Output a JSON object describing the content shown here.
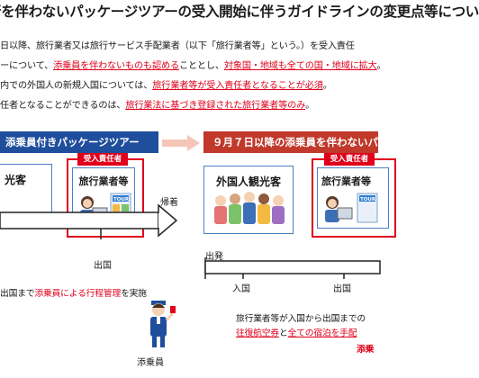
{
  "title": "行を伴わないパッケージツアーの受入開始に伴うガイドラインの変更点等につい",
  "intro": {
    "line1": "日以降、旅行業者又は旅行サービス手配業者（以下「旅行業者等」という。）を受入責任",
    "line2_a": "ーについて、",
    "line2_red1": "添乗員を伴わないものも認める",
    "line2_b": "こととし、",
    "line2_red2": "対象国・地域も全ての国・地域に拡大",
    "line2_c": "。",
    "line3_a": "内での外国人の新規入国については、",
    "line3_red": "旅行業者等が受入責任者となることが必須",
    "line3_b": "。",
    "line4_a": "任者となることができるのは、",
    "line4_red": "旅行業法に基づき登録された旅行業者等のみ",
    "line4_b": "。"
  },
  "left_section": {
    "header": "添乗員付きパッケージツアー",
    "tourist_card": "光客",
    "responsible_badge": "受入責任者",
    "agency_card": "旅行業者等",
    "tour_sign": "TOUR",
    "arrival_label": "帰着",
    "departure_label": "出国",
    "bottom_text_a": "出国まで",
    "bottom_text_red": "添乗員による行程管理",
    "bottom_text_b": "を実施",
    "conductor_label": "添乗員"
  },
  "right_section": {
    "header": "９月７日以降の添乗員を伴わないパッ",
    "tourist_card": "外国人観光客",
    "responsible_badge": "受入責任者",
    "agency_card": "旅行業者等",
    "tour_sign": "TOUR",
    "departure_top_label": "出発",
    "entry_label": "入国",
    "exit_label": "出国",
    "bottom_line1": "旅行業者等が入国から出国までの",
    "bottom_red1": "往復航空券",
    "bottom_mid": "と",
    "bottom_red2": "全ての宿泊を手配",
    "cut_red": "添乗"
  },
  "colors": {
    "accent_red": "#e0001b",
    "header_blue": "#1f4e9c",
    "header_red": "#c0392b",
    "card_border": "#4d7fc2"
  }
}
